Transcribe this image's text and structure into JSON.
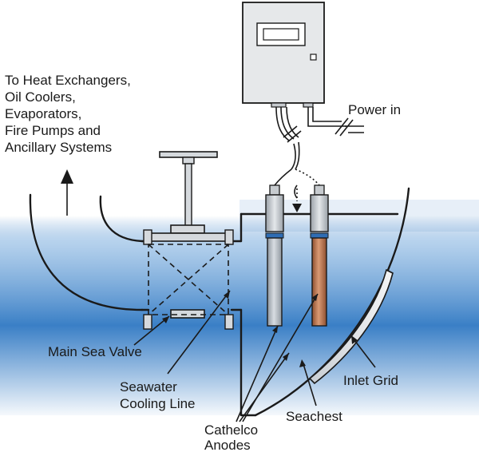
{
  "labels": {
    "destination_lines": [
      "To Heat Exchangers,",
      "Oil Coolers,",
      "Evaporators,",
      "Fire Pumps and",
      "Ancillary Systems"
    ],
    "power_in": "Power in",
    "main_sea_valve": "Main Sea Valve",
    "seawater_cooling_line": [
      "Seawater",
      "Cooling Line"
    ],
    "inlet_grid": "Inlet Grid",
    "seachest": "Seachest",
    "cathelco_anodes": [
      "Cathelco",
      "Anodes"
    ]
  },
  "colors": {
    "sea_blue": "#3a7fc6",
    "anode_aluminium": "#b5bcc4",
    "anode_copper": "#b26a45",
    "anode_band": "#2f6db4",
    "panel_grey": "#e6e8ea",
    "line_black": "#1a1a1a"
  },
  "icons": {
    "control_panel": "control-panel-icon",
    "valve_handwheel": "valve-handwheel-icon",
    "flow_arrow_up": "arrow-up-icon",
    "flow_arrow_down": "arrow-down-icon"
  }
}
